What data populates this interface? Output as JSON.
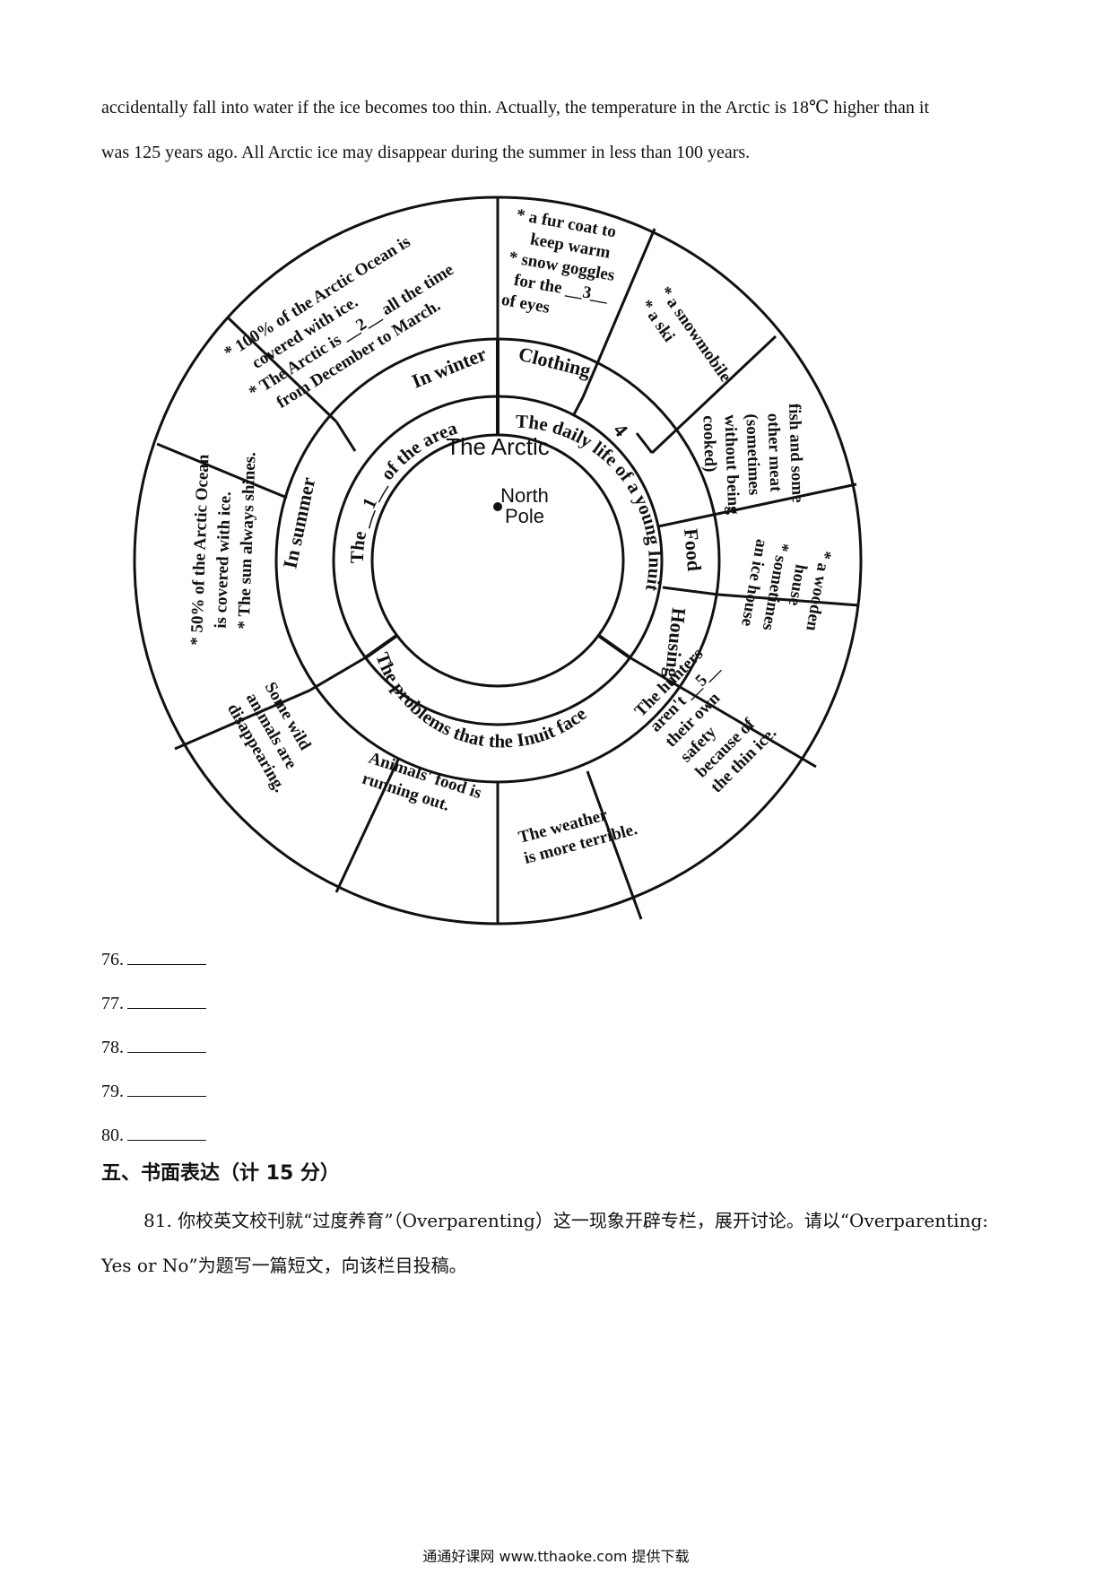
{
  "passage": {
    "line1": "accidentally fall into water if the ice becomes too thin. Actually, the temperature in the Arctic is 18℃ higher than it",
    "line2": "was 125 years ago. All Arctic ice may disappear during the summer in less than 100 years."
  },
  "diagram": {
    "center_title": "The Arctic",
    "north_pole": [
      "North",
      "Pole"
    ],
    "ring_area": "The __1__ of the area",
    "ring_daily": "The daily life of a young Inuit",
    "ring_problems": "The problems that the Inuit face",
    "in_winter": "In winter",
    "in_summer": "In summer",
    "clothing": "Clothing",
    "blank4": "4",
    "food": "Food",
    "housing": "Housing",
    "winter_box": [
      "* 100% of the Arctic Ocean is",
      "covered with ice.",
      "* The Arctic is __2__ all the time",
      "from December to March."
    ],
    "summer_box": [
      "* 50% of the Arctic Ocean",
      "is covered with ice.",
      "* The sun always shines."
    ],
    "clothing_box": [
      "* a fur coat to",
      "keep warm",
      "* snow goggles",
      "for the __3__",
      "of eyes"
    ],
    "transport_box": [
      "* a snowmobile",
      "* a ski"
    ],
    "food_box": [
      "fish and some",
      "other meat",
      "(sometimes",
      "without being",
      "cooked)"
    ],
    "housing_box": [
      "* a wooden",
      "house",
      "* sometimes",
      "an ice house"
    ],
    "problem_hunters": [
      "The hunters",
      "aren't __5__",
      "their own",
      "safety",
      "because of",
      "the thin ice."
    ],
    "problem_weather": [
      "The weather",
      "is more terrible."
    ],
    "problem_food": [
      "Animals' food is",
      "running out."
    ],
    "problem_animals": [
      "Some wild",
      "animals are",
      "disappearing."
    ]
  },
  "answers": [
    {
      "label": "76."
    },
    {
      "label": "77."
    },
    {
      "label": "78."
    },
    {
      "label": "79."
    },
    {
      "label": "80."
    }
  ],
  "section": {
    "title": "五、书面表达（计 15 分）",
    "q81_line1": "81. 你校英文校刊就“过度养育”（Overparenting）这一现象开辟专栏，展开讨论。请以“Overparenting:",
    "q81_line2": "Yes or No”为题写一篇短文，向该栏目投稿。"
  },
  "footer": "通通好课网  www.tthaoke.com  提供下载"
}
